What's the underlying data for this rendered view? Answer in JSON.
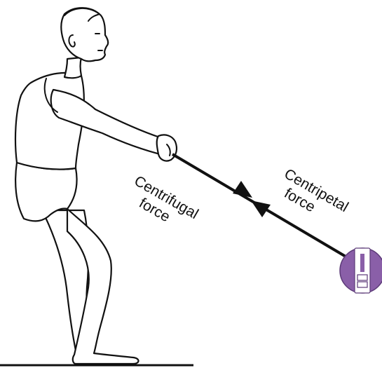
{
  "labels": {
    "centrifugal_line1": "Centrifugal",
    "centrifugal_line2": "force",
    "centripetal_line1": "Centripetal",
    "centripetal_line2": "force"
  },
  "colors": {
    "line": "#111111",
    "background": "#ffffff",
    "badge_fill": "#8a5fa8",
    "badge_inner": "#ffffff"
  },
  "icons": {
    "corner_badge": "slider-lever-icon"
  }
}
